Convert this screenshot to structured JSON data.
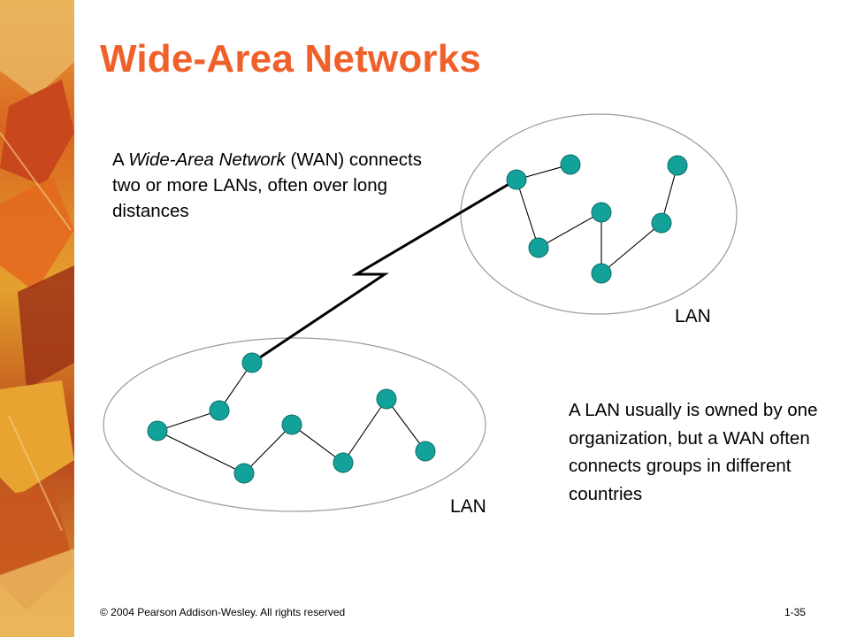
{
  "title": "Wide-Area Networks",
  "wan_text": {
    "prefix": "A ",
    "term": "Wide-Area Network",
    "suffix": " (WAN) connects two or more LANs, often over long distances"
  },
  "lan_text": "A LAN usually is owned by one organization, but a WAN often connects groups in different countries",
  "lan_label_top": "LAN",
  "lan_label_bottom": "LAN",
  "footer": {
    "copyright": "© 2004 Pearson Addison-Wesley. All rights reserved",
    "page": "1-35"
  },
  "colors": {
    "title": "#f0602a",
    "node": "#13a29a",
    "node_stroke": "#0d6e69",
    "ellipse_stroke": "#9a9a9a"
  }
}
